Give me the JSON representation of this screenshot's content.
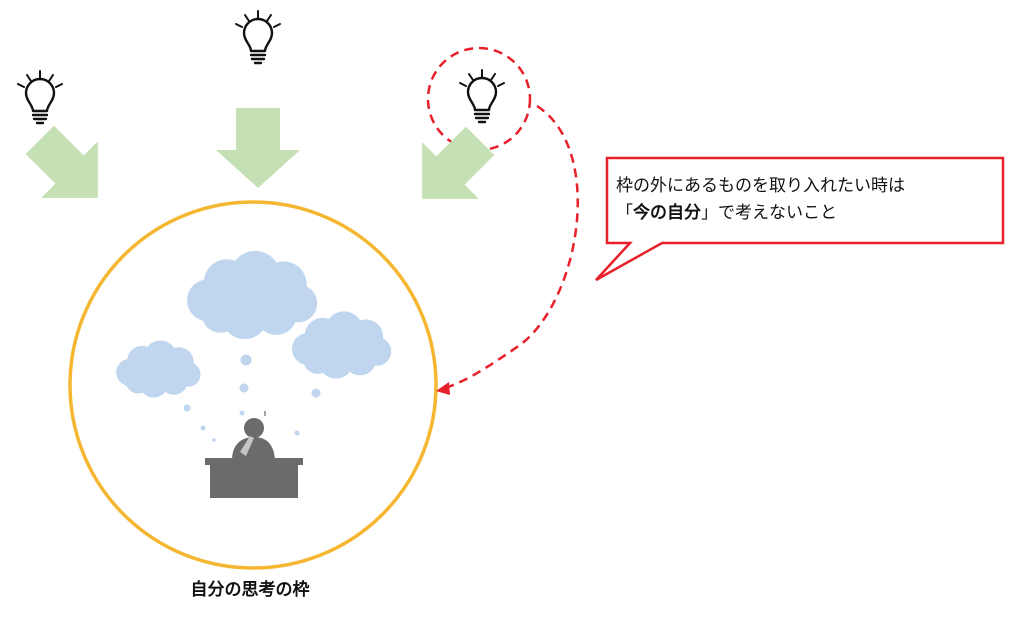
{
  "frame_label": "自分の思考の枠",
  "callout": {
    "line1": "枠の外にあるものを取り入れたい時は",
    "line2_open": "「",
    "line2_bold": "今の自分",
    "line2_close": "」で考えないこと"
  },
  "colors": {
    "frame_circle": "#f5b731",
    "arrow_fill": "#c5e0b4",
    "accent_red": "#e8202a",
    "cloud_fill": "#c0d6ee",
    "person_gray": "#6b6b6b",
    "bulb_stroke": "#111111"
  },
  "icons": [
    "lightbulb-icon",
    "thought-cloud-icon",
    "thinking-person-icon",
    "desk-icon"
  ]
}
